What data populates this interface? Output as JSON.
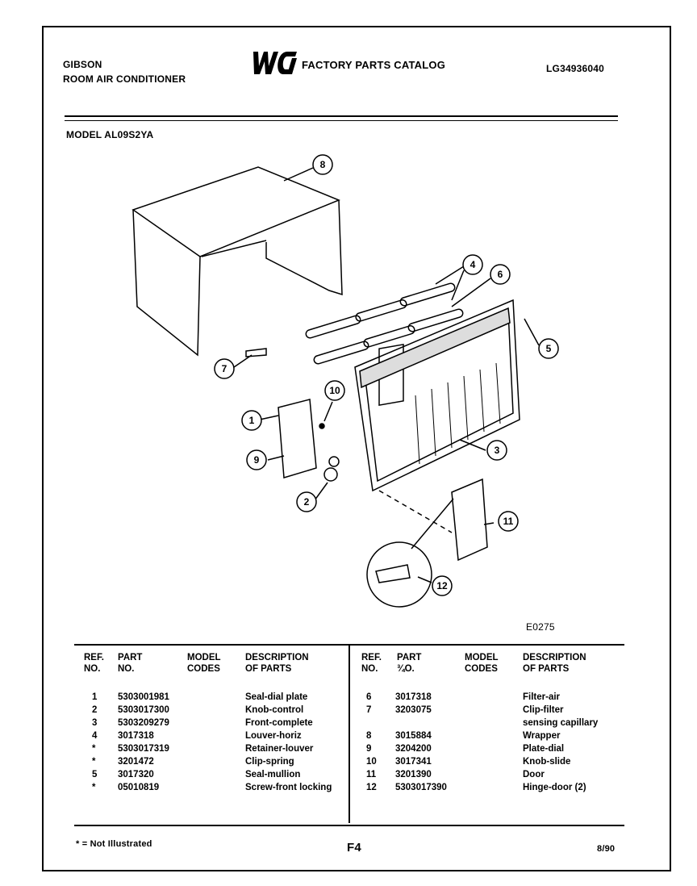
{
  "header": {
    "brand": "GIBSON",
    "product": "ROOM AIR CONDITIONER",
    "catalog_title": "FACTORY PARTS CATALOG",
    "catalog_code": "LG34936040",
    "model_line": "MODEL AL09S2YA"
  },
  "diagram": {
    "callouts": [
      "1",
      "2",
      "3",
      "4",
      "5",
      "6",
      "7",
      "8",
      "9",
      "10",
      "11",
      "12"
    ],
    "figure_code": "E0275"
  },
  "table": {
    "headers": {
      "ref": "REF.\nNO.",
      "part": "PART\nNO.",
      "model": "MODEL\nCODES",
      "desc": "DESCRIPTION\nOF PARTS",
      "part_right": "PART\n¾O."
    },
    "left_rows": [
      {
        "ref": "1",
        "part": "5303001981",
        "desc": "Seal-dial plate"
      },
      {
        "ref": "2",
        "part": "5303017300",
        "desc": "Knob-control"
      },
      {
        "ref": "3",
        "part": "5303209279",
        "desc": "Front-complete"
      },
      {
        "ref": "4",
        "part": "3017318",
        "desc": "Louver-horiz"
      },
      {
        "ref": "*",
        "part": "5303017319",
        "desc": "Retainer-louver"
      },
      {
        "ref": "*",
        "part": "3201472",
        "desc": "Clip-spring"
      },
      {
        "ref": "5",
        "part": "3017320",
        "desc": "Seal-mullion"
      },
      {
        "ref": "*",
        "part": "05010819",
        "desc": "Screw-front locking"
      }
    ],
    "right_rows": [
      {
        "ref": "6",
        "part": "3017318",
        "desc": "Filter-air"
      },
      {
        "ref": "7",
        "part": "3203075",
        "desc": "Clip-filter"
      },
      {
        "ref": "",
        "part": "",
        "desc": "sensing capillary"
      },
      {
        "ref": "8",
        "part": "3015884",
        "desc": "Wrapper"
      },
      {
        "ref": "9",
        "part": "3204200",
        "desc": "Plate-dial"
      },
      {
        "ref": "10",
        "part": "3017341",
        "desc": "Knob-slide"
      },
      {
        "ref": "11",
        "part": "3201390",
        "desc": "Door"
      },
      {
        "ref": "12",
        "part": "5303017390",
        "desc": "Hinge-door (2)"
      }
    ]
  },
  "footer": {
    "note": "* = Not Illustrated",
    "page": "F4",
    "date": "8/90"
  }
}
